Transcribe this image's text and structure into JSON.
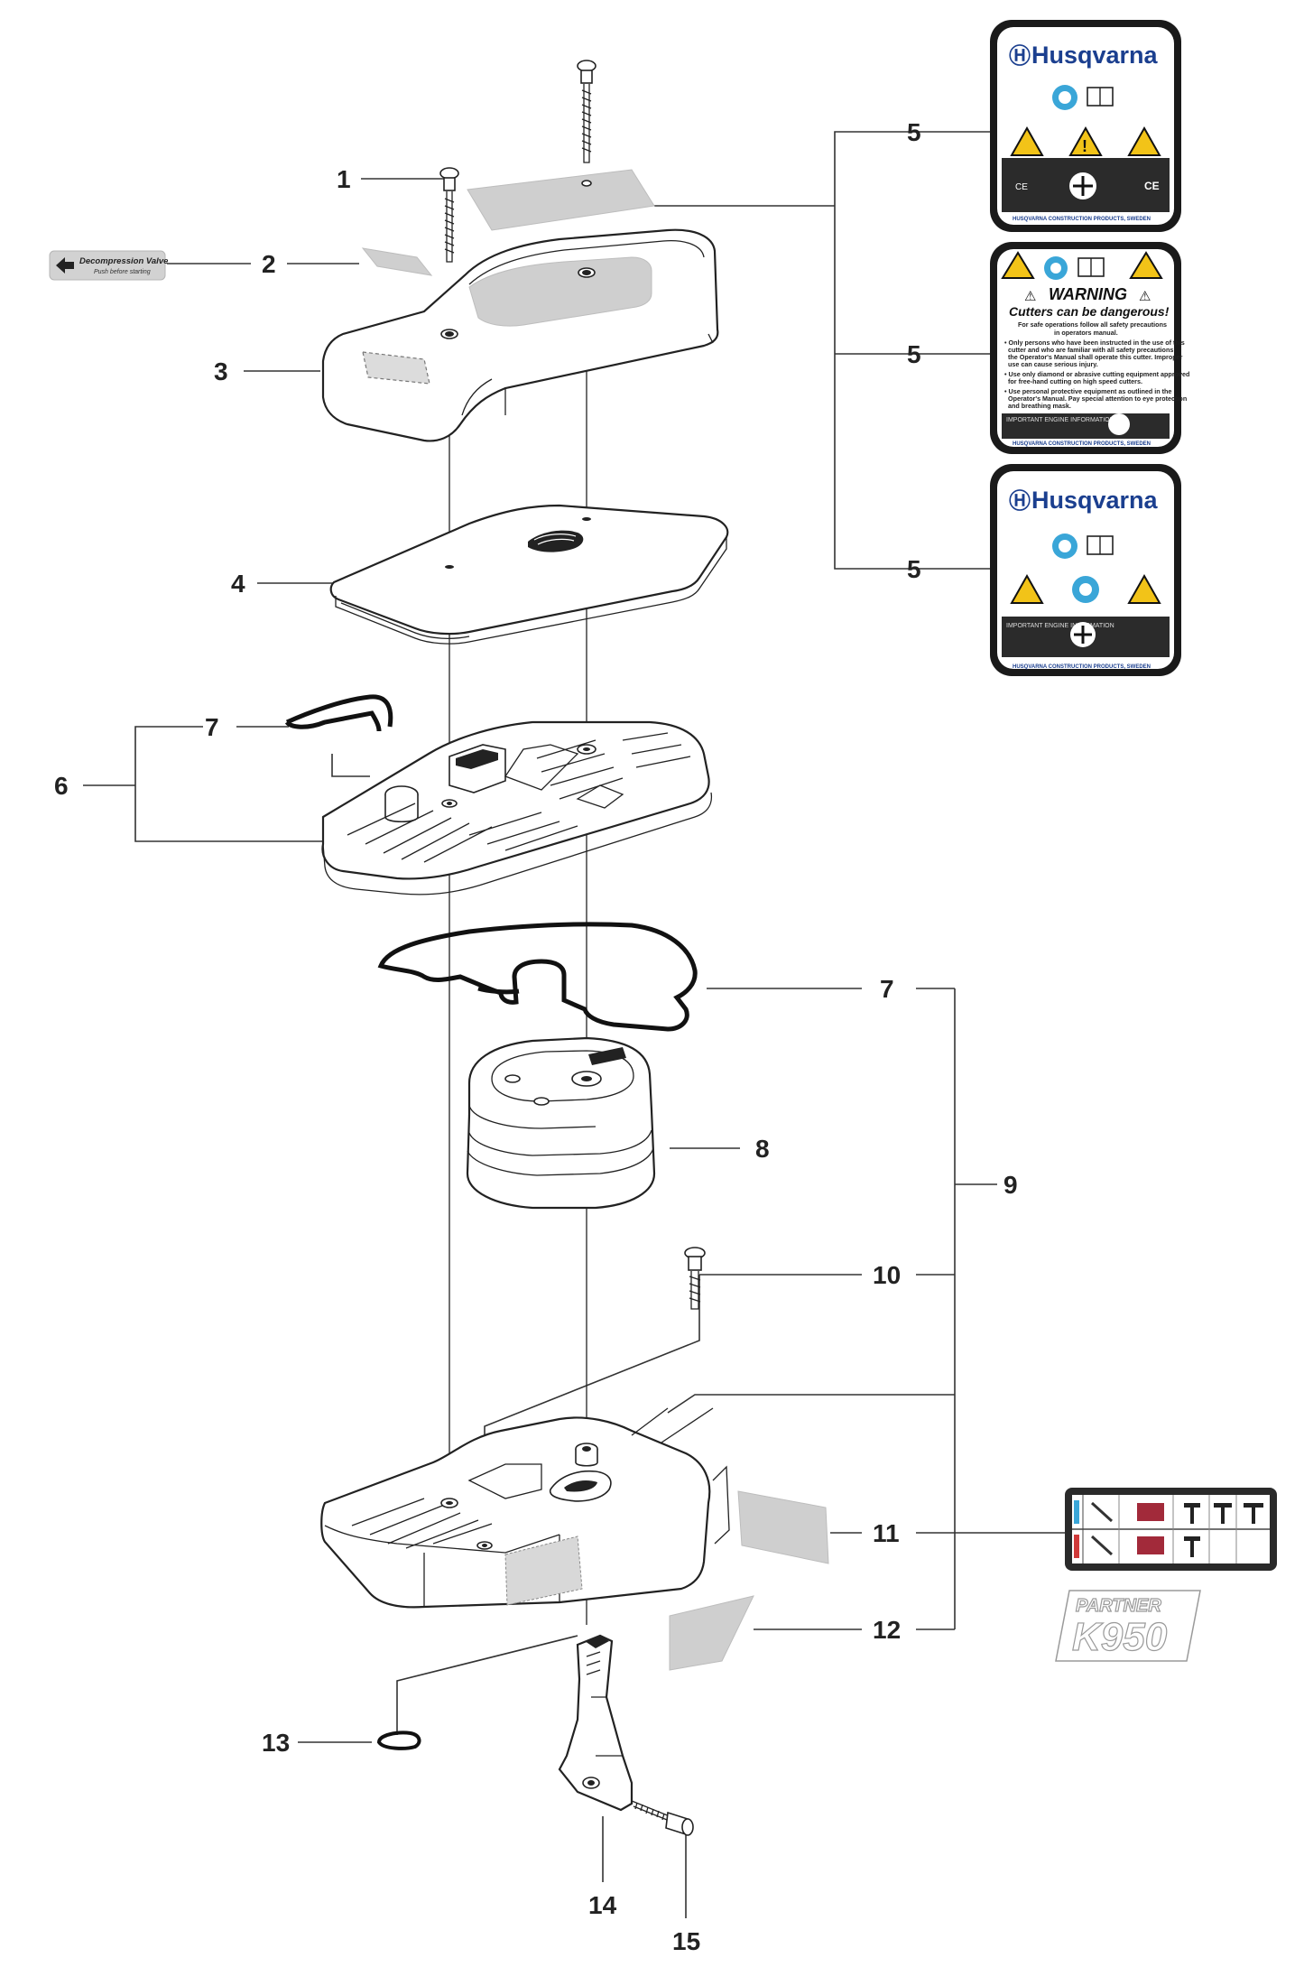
{
  "callouts": [
    "1",
    "2",
    "3",
    "4",
    "5",
    "6",
    "7",
    "8",
    "9",
    "10",
    "11",
    "12",
    "13",
    "14",
    "15"
  ],
  "decals": {
    "brand": "Husqvarna",
    "brand_footer": "HUSQVARNA CONSTRUCTION PRODUCTS, SWEDEN",
    "warning_title": "WARNING",
    "warning_subtitle": "Cutters can be dangerous!",
    "warning_lines": [
      "For safe operations follow all safety precautions",
      "in operators manual.",
      "• Only persons who have been instructed in the use of this",
      "cutter and who are familiar with all safety precautions",
      "the Operator's Manual shall operate this cutter. Improper",
      "use can cause serious injury.",
      "• Use only diamond or abrasive cutting equipment approved",
      "for free-hand cutting on high speed cutters.",
      "• Use personal protective equipment as outlined in the",
      "Operator's Manual. Pay special attention to eye protection",
      "and breathing mask."
    ],
    "important_info": "IMPORTANT ENGINE INFORMATION",
    "decompression_title": "Decompression Valve",
    "decompression_sub": "Push before starting",
    "partner": "PARTNER",
    "model": "K950"
  },
  "colors": {
    "brand_blue": "#1b3f8f",
    "warning_yellow": "#f2c318",
    "mandatory_blue": "#3aa6d8",
    "label_grey": "#cfcfcf",
    "ink": "#222222"
  }
}
